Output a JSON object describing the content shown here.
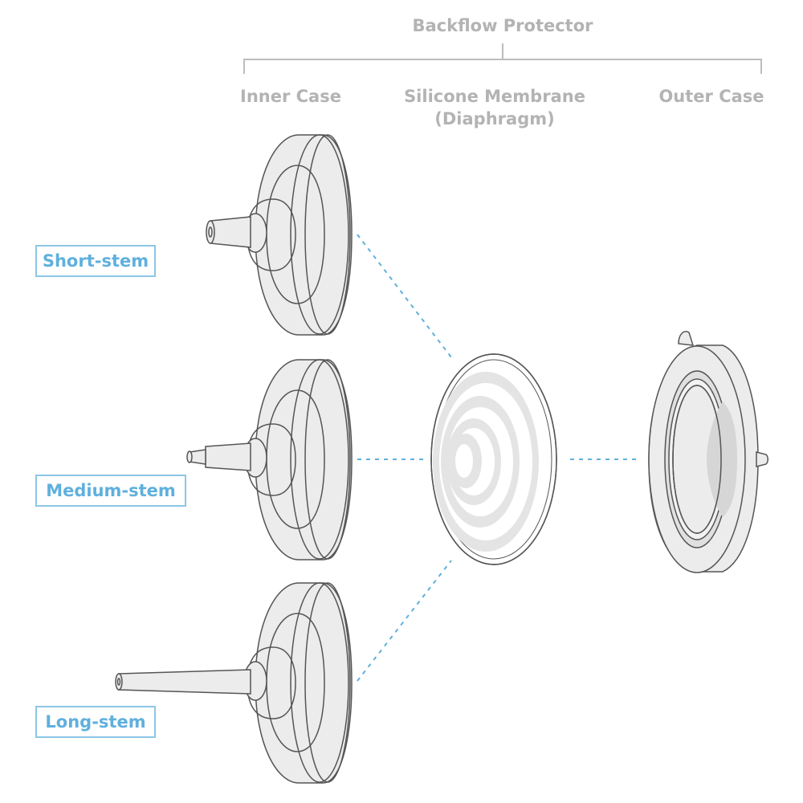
{
  "title": "Backflow Protector",
  "components": {
    "inner_case": "Inner Case",
    "membrane_line1": "Silicone Membrane",
    "membrane_line2": "(Diaphragm)",
    "outer_case": "Outer Case"
  },
  "variants": [
    "Short-stem",
    "Medium-stem",
    "Long-stem"
  ],
  "colors": {
    "header_text": "#b3b3b3",
    "variant_text": "#5fb0dd",
    "variant_border": "#8cc6e6",
    "connector": "#5fb0dd",
    "part_fill": "#ececec",
    "part_stroke": "#555555"
  }
}
